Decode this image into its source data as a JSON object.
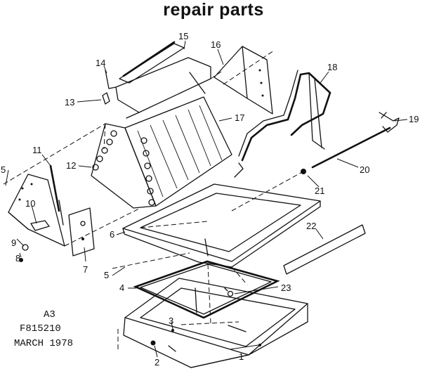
{
  "title": "repair parts",
  "codes": {
    "line1": "A3",
    "line2": "F815210",
    "line3": "MARCH 1978"
  },
  "callouts": [
    "1",
    "2",
    "3",
    "4",
    "5",
    "5",
    "6",
    "7",
    "8",
    "9",
    "10",
    "11",
    "12",
    "13",
    "14",
    "15",
    "16",
    "17",
    "18",
    "19",
    "20",
    "21",
    "22",
    "23"
  ]
}
